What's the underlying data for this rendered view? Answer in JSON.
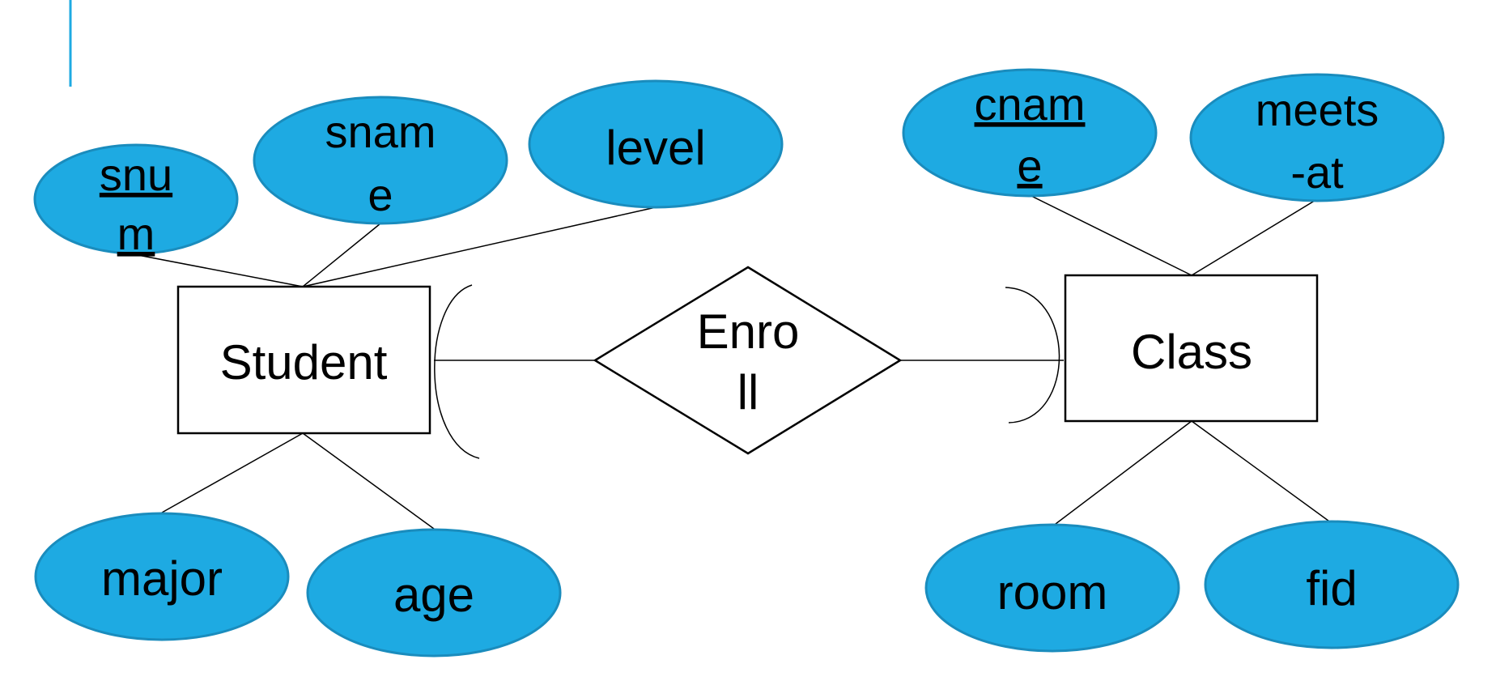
{
  "entities": {
    "student": "Student",
    "class": "Class"
  },
  "relationship": {
    "line1": "Enro",
    "line2": "ll"
  },
  "attributes": {
    "snum": {
      "line1": "snu",
      "line2": "m",
      "key": true
    },
    "sname": {
      "line1": "snam",
      "line2": "e",
      "key": false
    },
    "level": {
      "line1": "level",
      "key": false
    },
    "major": {
      "line1": "major",
      "key": false
    },
    "age": {
      "line1": "age",
      "key": false
    },
    "cname": {
      "line1": "cnam",
      "line2": "e",
      "key": true
    },
    "meets_at": {
      "line1": "meets",
      "line2": "-at",
      "key": false
    },
    "room": {
      "line1": "room",
      "key": false
    },
    "fid": {
      "line1": "fid",
      "key": false
    }
  },
  "colors": {
    "attribute_fill": "#1eaae2",
    "attribute_stroke": "#1a8cbd",
    "accent_bar": "#1eaae2",
    "line": "#000000"
  }
}
